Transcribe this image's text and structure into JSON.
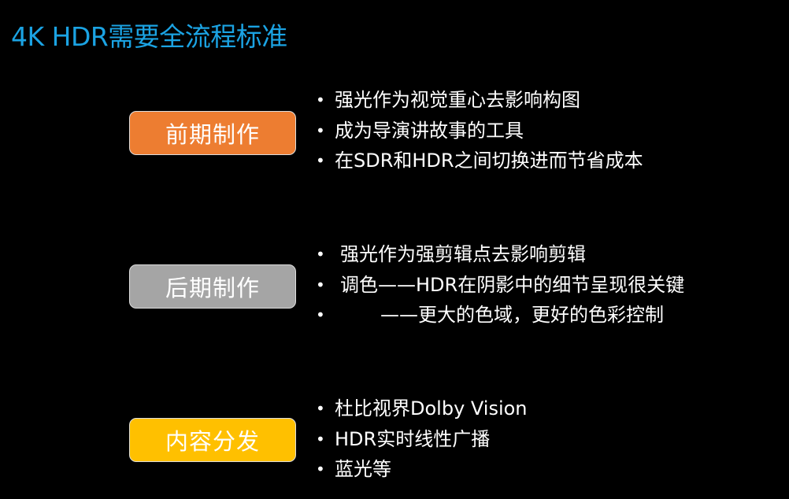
{
  "title": "4K HDR需要全流程标准",
  "colors": {
    "title": "#1ba3e3",
    "pre": "#ed7d31",
    "post": "#a5a5a5",
    "dist": "#ffc000"
  },
  "sections": [
    {
      "label": "前期制作",
      "bullets": [
        "强光作为视觉重心去影响构图",
        "成为导演讲故事的工具",
        "在SDR和HDR之间切换进而节省成本"
      ]
    },
    {
      "label": "后期制作",
      "bullets": [
        "强光作为强剪辑点去影响剪辑",
        "调色——HDR在阴影中的细节呈现很关键",
        "——更大的色域，更好的色彩控制"
      ]
    },
    {
      "label": "内容分发",
      "bullets": [
        "杜比视界Dolby Vision",
        "HDR实时线性广播",
        "蓝光等"
      ]
    }
  ]
}
